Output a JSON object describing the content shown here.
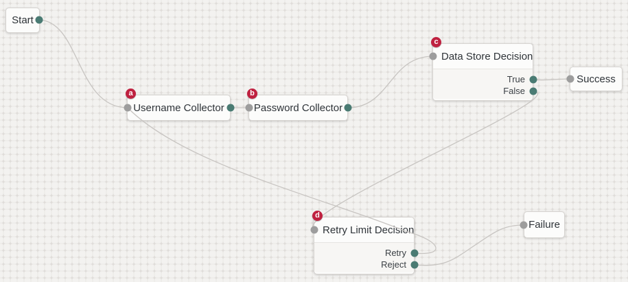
{
  "nodes": {
    "start": {
      "title": "Start"
    },
    "username_collector": {
      "badge": "a",
      "title": "Username Collector"
    },
    "password_collector": {
      "badge": "b",
      "title": "Password Collector"
    },
    "data_store_decision": {
      "badge": "c",
      "title": "Data Store Decision",
      "outcome_true": "True",
      "outcome_false": "False"
    },
    "retry_limit_decision": {
      "badge": "d",
      "title": "Retry Limit Decision",
      "outcome_retry": "Retry",
      "outcome_reject": "Reject"
    },
    "success": {
      "title": "Success"
    },
    "failure": {
      "title": "Failure"
    }
  },
  "connections": [
    {
      "from": "Start",
      "outcome": "",
      "to": "Username Collector"
    },
    {
      "from": "Username Collector",
      "outcome": "",
      "to": "Password Collector"
    },
    {
      "from": "Password Collector",
      "outcome": "",
      "to": "Data Store Decision"
    },
    {
      "from": "Data Store Decision",
      "outcome": "True",
      "to": "Success"
    },
    {
      "from": "Data Store Decision",
      "outcome": "False",
      "to": "Retry Limit Decision"
    },
    {
      "from": "Retry Limit Decision",
      "outcome": "Retry",
      "to": "Username Collector"
    },
    {
      "from": "Retry Limit Decision",
      "outcome": "Reject",
      "to": "Failure"
    }
  ],
  "theme": {
    "canvas-bg": "#f3f2f0",
    "node-bg": "#fcfcfb",
    "node-border": "#d7d4d1",
    "outcome-bg": "#f7f6f4",
    "divider": "#e6e4e1",
    "wire": "#c7c4c1",
    "port-output": "#4a7b73",
    "port-input": "#9d9d9d",
    "badge-bg": "#bf2140",
    "badge-text": "#ffffff",
    "title-text": "#2e3338",
    "outcome-text": "#3a3f44"
  }
}
